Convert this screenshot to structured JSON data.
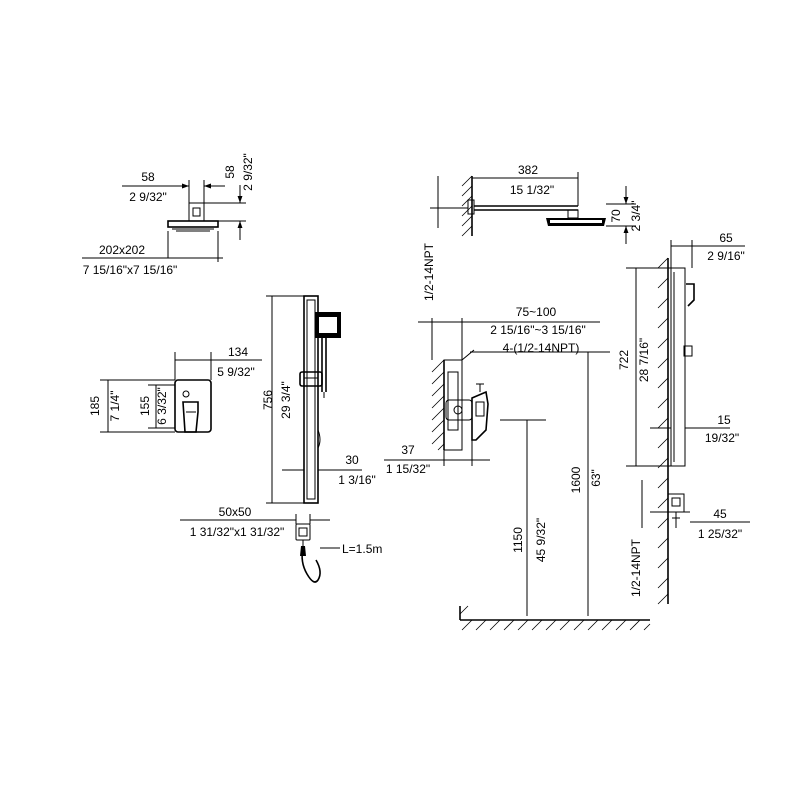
{
  "colors": {
    "line": "#000000",
    "background": "#ffffff"
  },
  "shower_head": {
    "arm_width": "58",
    "arm_width_in": "2 9/32\"",
    "arm_height": "58",
    "arm_height_in": "2 9/32\"",
    "head_size": "202x202",
    "head_size_in": "7 15/16\"x7 15/16\""
  },
  "valve_plate": {
    "width": "134",
    "width_in": "5 9/32\"",
    "height": "185",
    "height_in": "7 1/4\"",
    "inner_height": "155",
    "inner_height_in": "6 3/32\""
  },
  "slide_bar": {
    "length": "756",
    "length_in": "29 3/4\"",
    "depth": "30",
    "depth_in": "1 3/16\"",
    "outlet_size": "50x50",
    "outlet_size_in": "1 31/32\"x1 31/32\"",
    "hose_length": "L=1.5m"
  },
  "installation": {
    "arm_reach": "382",
    "arm_reach_in": "15 1/32\"",
    "head_drop": "70",
    "head_drop_in": "2 3/4\"",
    "thread_top": "1/2-14NPT",
    "wall_depth": "75~100",
    "wall_depth_in": "2 15/16\"~3 15/16\"",
    "valve_threads": "4-(1/2-14NPT)",
    "trim_depth": "37",
    "trim_depth_in": "1 15/32\"",
    "valve_height": "1150",
    "valve_height_in": "45 9/32\"",
    "head_height": "1600",
    "head_height_in": "63\"",
    "bar_offset": "65",
    "bar_offset_in": "2 9/16\"",
    "bar_length": "722",
    "bar_length_in": "28 7/16\"",
    "bar_depth": "15",
    "bar_depth_in": "19/32\"",
    "outlet_depth": "45",
    "outlet_depth_in": "1 25/32\"",
    "thread_bottom": "1/2-14NPT"
  }
}
